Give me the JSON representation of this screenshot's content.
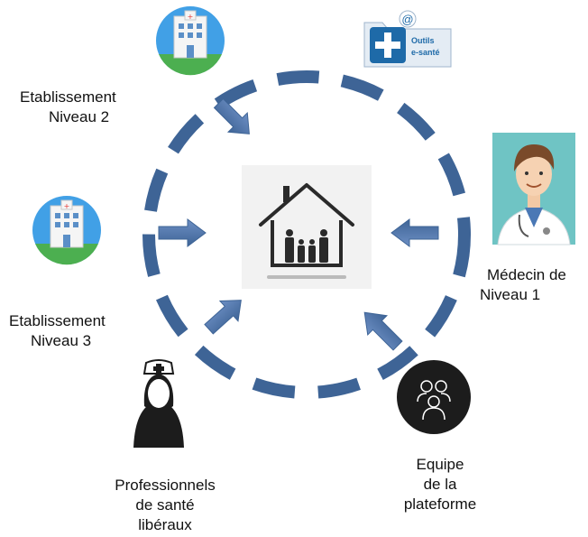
{
  "nodes": {
    "etablissement_niveau_2": {
      "line1": "Etablissement",
      "line2": "Niveau 2"
    },
    "etablissement_niveau_3": {
      "line1": "Etablissement",
      "line2": "Niveau 3"
    },
    "medecin_niveau_1": {
      "line1": "Médecin de",
      "line2": "Niveau 1"
    },
    "equipe_plateforme": {
      "line1": "Equipe",
      "line2": "de la",
      "line3": "plateforme"
    },
    "professionnels_liberaux": {
      "line1": "Professionnels",
      "line2": "de santé",
      "line3": "libéraux"
    }
  },
  "outils_esante": {
    "line1": "Outils",
    "line2": "e-santé",
    "at_symbol": "@"
  },
  "colors": {
    "circle": "#3e6496",
    "arrow": "#4a6fa5",
    "hospital_bg": "#41a0e6",
    "house_bg": "#f2f2f2",
    "team_bg": "#1c1c1c"
  }
}
